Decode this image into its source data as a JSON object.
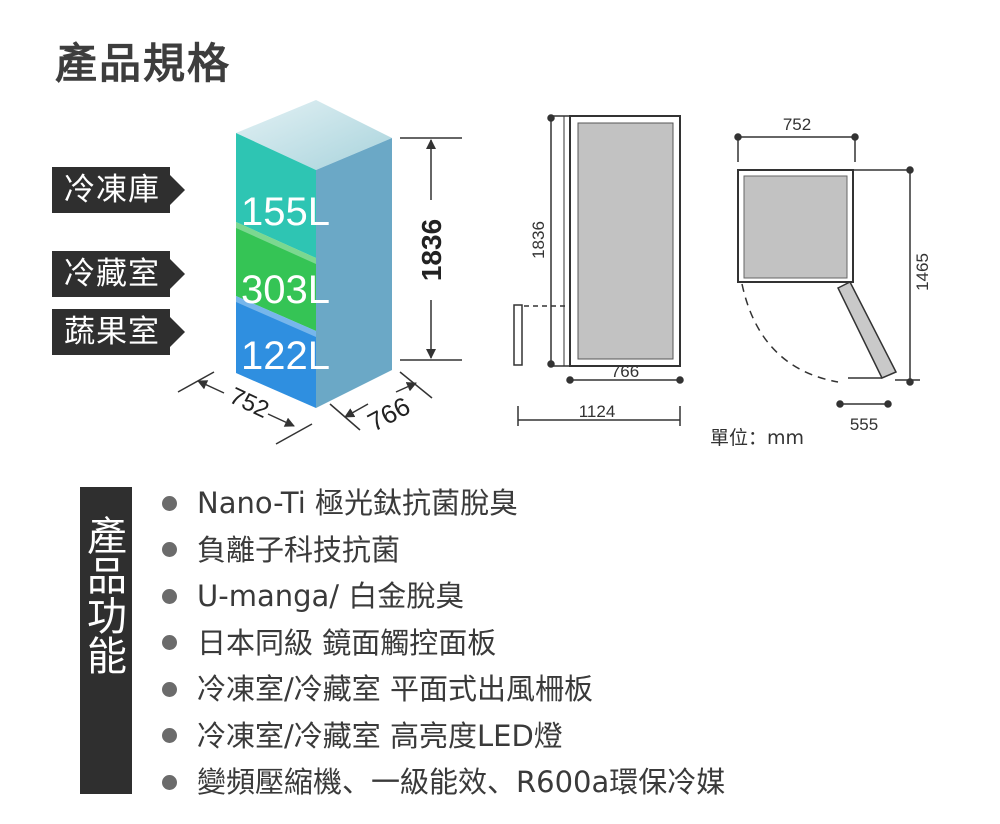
{
  "title": "產品規格",
  "compartments": [
    {
      "label": "冷凍庫",
      "volume": "155L",
      "color": "#2cc6b4"
    },
    {
      "label": "冷藏室",
      "volume": "303L",
      "color": "#34c455"
    },
    {
      "label": "蔬果室",
      "volume": "122L",
      "color": "#2f8fe0"
    }
  ],
  "box_dims": {
    "height": "1836",
    "width": "752",
    "depth": "766"
  },
  "front_view": {
    "height": "1836",
    "depth": "766",
    "depth_open": "1124"
  },
  "top_view": {
    "width": "752",
    "depth": "1465",
    "gap": "555"
  },
  "unit_note": "單位：mm",
  "features_title": "產品功能",
  "features": [
    "Nano-Ti 極光鈦抗菌脫臭",
    "負離子科技抗菌",
    "U-manga/ 白金脫臭",
    "日本同級 鏡面觸控面板",
    "冷凍室/冷藏室 平面式出風柵板",
    "冷凍室/冷藏室 高亮度LED燈",
    "變頻壓縮機、一級能效、R600a環保冷媒"
  ],
  "colors": {
    "label_bg": "#2f2f2f",
    "box_top": "#b9dde3",
    "box_side": "#6aa9c7"
  }
}
